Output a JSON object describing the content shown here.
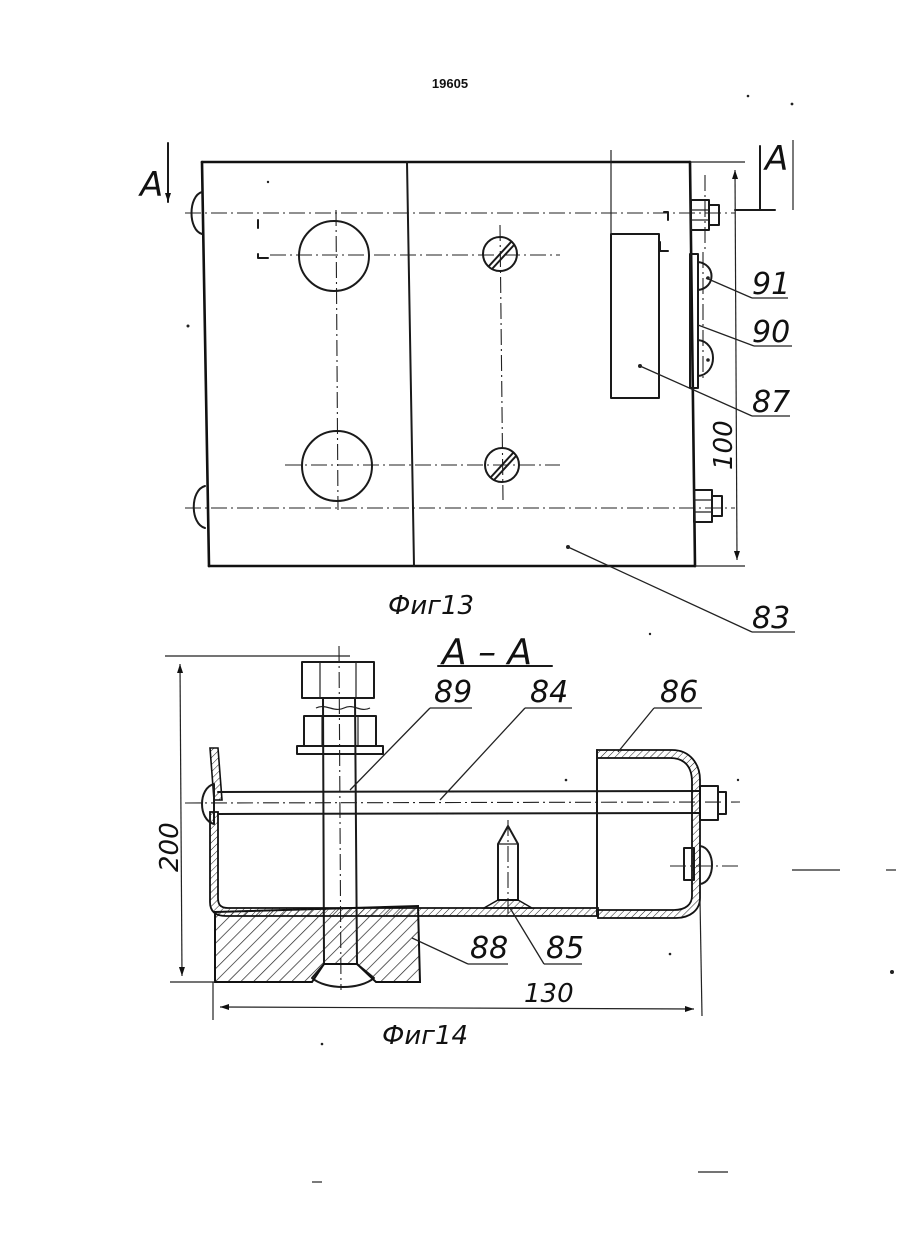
{
  "document_number": "19605",
  "section_marks": {
    "left": "A",
    "right": "A"
  },
  "figures": [
    {
      "caption": "Фиг13"
    },
    {
      "caption": "Фиг14",
      "section_title": "A – A"
    }
  ],
  "callouts_fig13": [
    "91",
    "90",
    "87",
    "83"
  ],
  "callouts_fig14": [
    "89",
    "84",
    "86",
    "88",
    "85"
  ],
  "dimensions": {
    "fig13_height": "100",
    "fig14_height": "200",
    "fig14_width": "130"
  }
}
